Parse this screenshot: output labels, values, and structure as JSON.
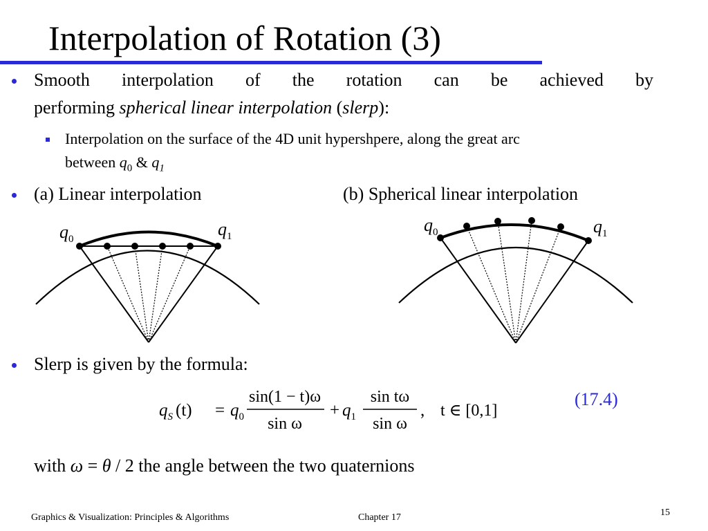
{
  "slide": {
    "title": "Interpolation of Rotation (3)",
    "bullet1": {
      "line1": "Smooth interpolation of the rotation can be achieved by",
      "line2_pre": "performing ",
      "line2_em": "spherical linear interpolation",
      "line2_mid": " (",
      "line2_em2": "slerp",
      "line2_post": "):"
    },
    "sub_bullet": {
      "line1": "Interpolation on the surface of the 4D unit hypershpere, along the great arc",
      "line2_pre": "between ",
      "q0": "q",
      "q0_sub": "0",
      "amp": " & ",
      "q1": "q",
      "q1_sub": "1"
    },
    "bullet3": {
      "label_a": "(a) Linear interpolation",
      "label_b": "(b) Spherical linear interpolation"
    },
    "figure": {
      "left_q0": "q",
      "left_q0_sub": "0",
      "left_q1": "q",
      "left_q1_sub": "1",
      "right_q0": "q",
      "right_q0_sub": "0",
      "right_q1": "q",
      "right_q1_sub": "1"
    },
    "bullet4": "Slerp is given by the formula:",
    "formula": {
      "lhs_q": "q",
      "lhs_sub": "S",
      "lhs_arg": "(t)",
      "equals": "=",
      "q0": "q",
      "q0_sub": "0",
      "num1": "sin(1 − t)ω",
      "den1": "sin ω",
      "plus": "+",
      "q1": "q",
      "q1_sub": "1",
      "num2": "sin tω",
      "den2": "sin ω",
      "comma": ",",
      "domain": "t ∈ [0,1]",
      "number": "(17.4)"
    },
    "with_line": {
      "pre": "with ",
      "omega": "ω",
      "eq": " = ",
      "theta": "θ",
      "post": " / 2 the angle between the two quaternions"
    },
    "footer": {
      "book": "Graphics & Visualization: Principles & Algorithms",
      "chapter": "Chapter 17",
      "page": "15"
    }
  },
  "colors": {
    "accent": "#2a2ad6",
    "text": "#000000"
  }
}
